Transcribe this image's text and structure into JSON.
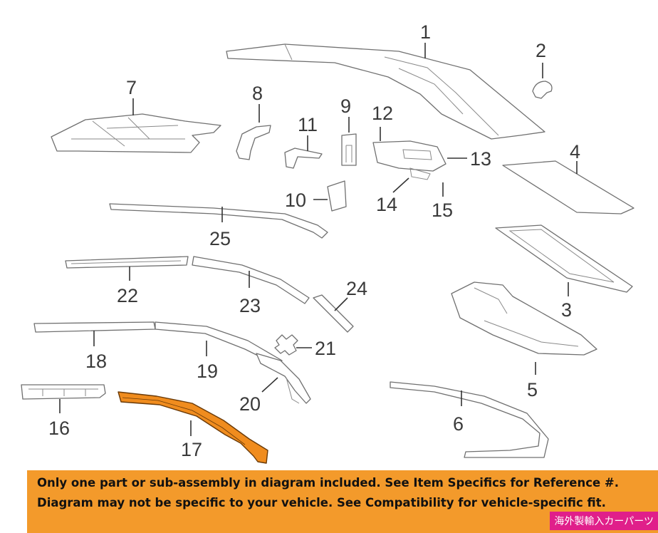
{
  "callouts": [
    "1",
    "2",
    "3",
    "4",
    "5",
    "6",
    "7",
    "8",
    "9",
    "10",
    "11",
    "12",
    "13",
    "14",
    "15",
    "16",
    "17",
    "18",
    "19",
    "20",
    "21",
    "22",
    "23",
    "24",
    "25"
  ],
  "highlighted_part": "17",
  "colors": {
    "highlight": "#f08c1e",
    "banner": "#f39a2b",
    "tag": "#e01f8a"
  },
  "banner": {
    "line1": "Only one part or sub-assembly in diagram included. See Item Specifics for Reference #.",
    "line2": "Diagram may not be specific to your vehicle. See Compatibility for vehicle-specific fit."
  },
  "shop_tag": "海外製輸入カーパーツ"
}
